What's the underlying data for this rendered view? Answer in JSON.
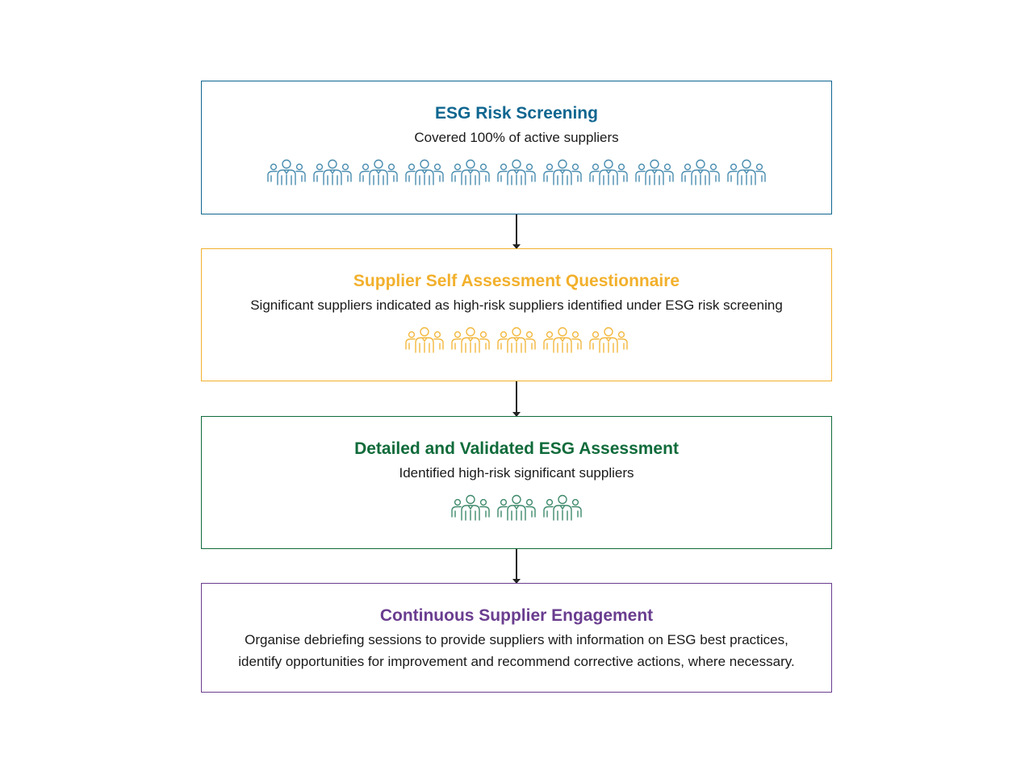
{
  "stages": [
    {
      "title": "ESG Risk Screening",
      "description": "Covered 100% of active suppliers",
      "color": "#0e6690",
      "icon_color": "#4a8db0",
      "icon": "people-group-icon",
      "icon_count": 11
    },
    {
      "title": "Supplier Self Assessment Questionnaire",
      "description": "Significant suppliers indicated as high-risk suppliers identified under ESG risk screening",
      "color": "#f2b02c",
      "icon_color": "#f2b83f",
      "icon": "people-group-icon",
      "icon_count": 5
    },
    {
      "title": "Detailed and Validated ESG Assessment",
      "description": "Identified high-risk significant suppliers",
      "color": "#0f6b3a",
      "icon_color": "#3f8a6c",
      "icon": "people-group-icon",
      "icon_count": 3
    },
    {
      "title": "Continuous Supplier Engagement",
      "description": "Organise debriefing sessions to provide suppliers with information on ESG best practices, identify opportunities for improvement and recommend corrective actions, where necessary.",
      "color": "#6a3d8f",
      "icon_color": "#6a3d8f",
      "icon": "",
      "icon_count": 0
    }
  ],
  "connector_color": "#222222"
}
